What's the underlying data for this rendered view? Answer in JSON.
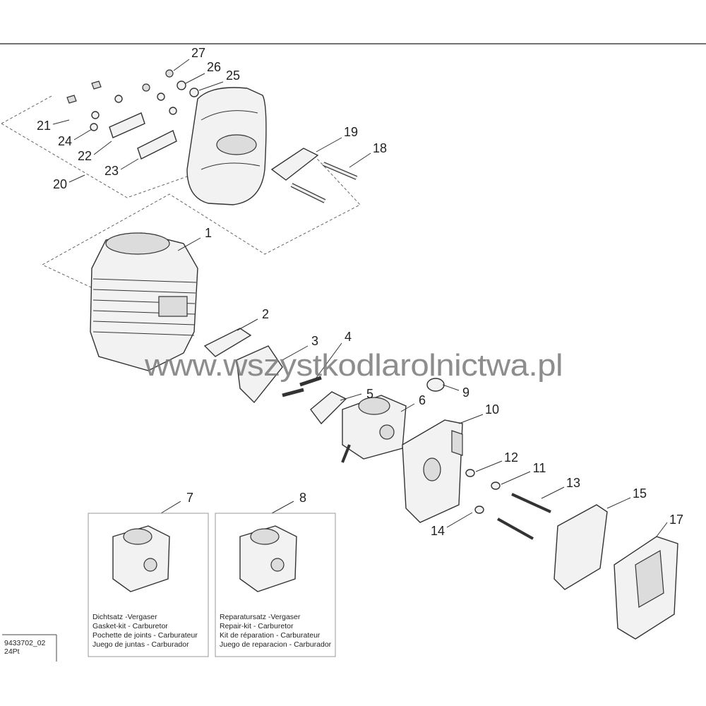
{
  "callouts": [
    "1",
    "2",
    "3",
    "4",
    "5",
    "6",
    "7",
    "8",
    "9",
    "10",
    "11",
    "12",
    "13",
    "14",
    "15",
    "17",
    "18",
    "19",
    "20",
    "21",
    "22",
    "23",
    "24",
    "25",
    "26",
    "27"
  ],
  "kits": [
    {
      "lines": [
        "Dichtsatz -Vergaser",
        "Gasket-kit - Carburetor",
        "Pochette de joints - Carburateur",
        "Juego de juntas - Carburador"
      ]
    },
    {
      "lines": [
        "Reparatursatz -Vergaser",
        "Repair-kit - Carburetor",
        "Kit de réparation - Carburateur",
        "Juego de reparacion - Carburador"
      ]
    }
  ],
  "drawing_code": [
    "9433702_02",
    "24Pt"
  ],
  "watermark": "www.wszystkodlarolnictwa.pl"
}
